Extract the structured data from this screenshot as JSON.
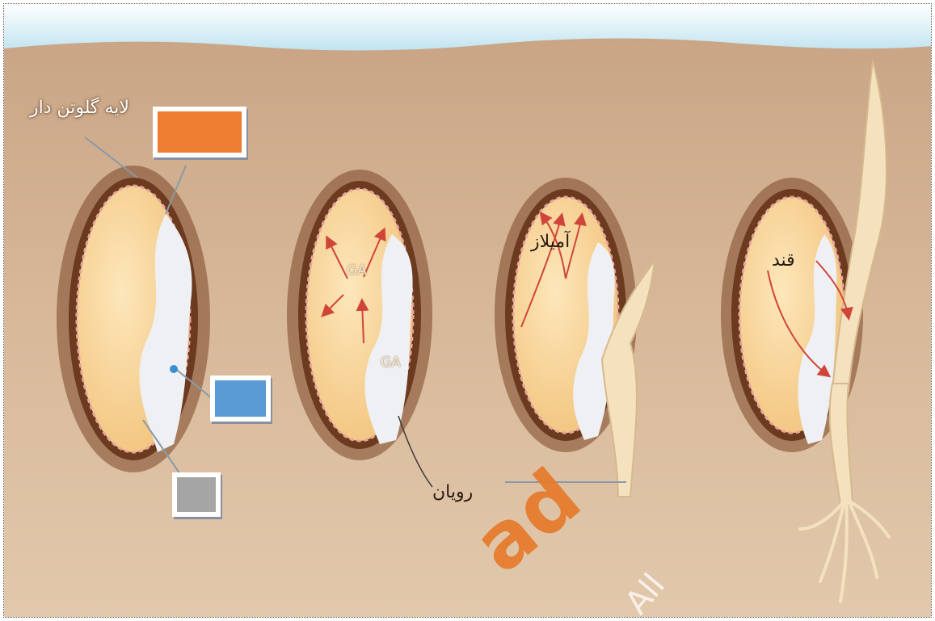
{
  "labels": {
    "aleurone_layer": "لایه گلوتن دار",
    "ga_1": "GA",
    "ga_2": "GA",
    "amylase": "آمیلاز",
    "sugar": "قند",
    "embryo": "رویان"
  },
  "answer_boxes": [
    {
      "color": "#ed7d31"
    },
    {
      "color": "#5b9bd5"
    },
    {
      "color": "#a5a5a5"
    }
  ],
  "watermark": {
    "text": "ad",
    "tail": "All"
  },
  "colors": {
    "soil": "#d8b99a",
    "sky": "#bfe3ee",
    "seed_coat": "#6b3a1f",
    "endosperm": "#f8d9a0",
    "embryo": "#eef0f3",
    "arrow": "#d0453a"
  }
}
